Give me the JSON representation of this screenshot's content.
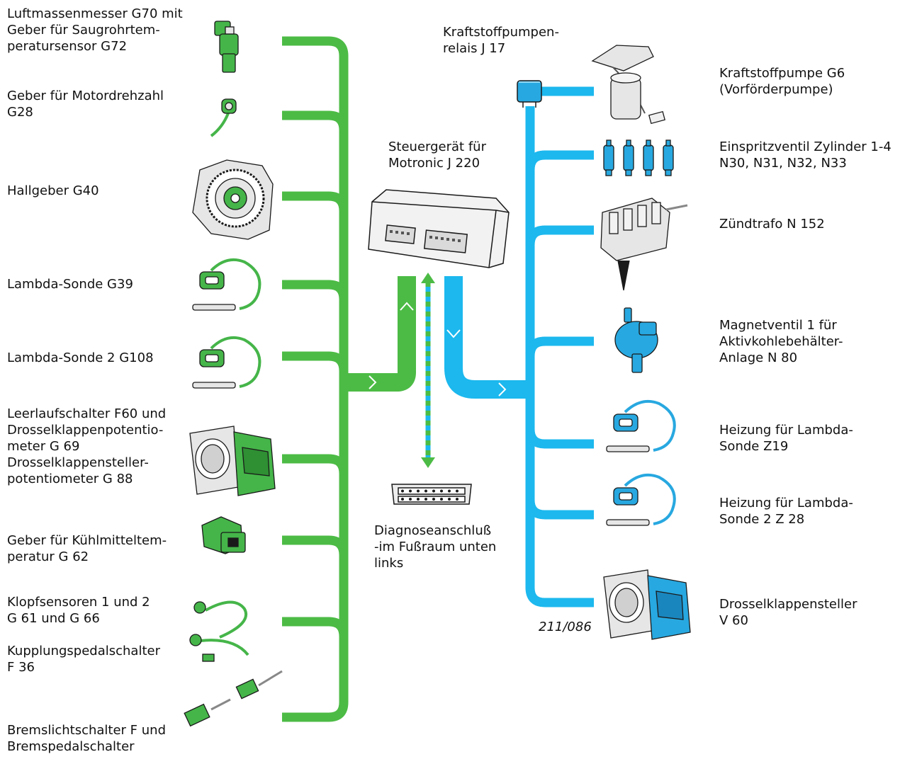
{
  "colors": {
    "sensor_bus": "#4CBB45",
    "actuator_bus": "#1CB8EE",
    "component_green": "#45B549",
    "component_blue": "#28A8E0",
    "component_gray": "#E6E6E6",
    "outline": "#1A1A1A"
  },
  "figure_ref": "211/086",
  "control_unit": {
    "label": "Steuergerät für\nMotronic J 220",
    "icon": "control-unit-icon"
  },
  "diagnostic": {
    "label": "Diagnoseanschluß\n-im Fußraum unten\nlinks",
    "icon": "obd-connector-icon"
  },
  "sensors": [
    {
      "label": "Luftmassenmesser G70 mit\nGeber für Saugrohrtem-\nperatursensor G72",
      "icon": "air-mass-meter-icon"
    },
    {
      "label": "Geber für Motordrehzahl\nG28",
      "icon": "speed-sensor-icon"
    },
    {
      "label": "Hallgeber G40",
      "icon": "hall-sender-icon"
    },
    {
      "label": "Lambda-Sonde G39",
      "icon": "lambda-probe-icon"
    },
    {
      "label": "Lambda-Sonde 2 G108",
      "icon": "lambda-probe-icon"
    },
    {
      "label": "Leerlaufschalter F60 und\nDrosselklappenpotentio-\nmeter G 69\nDrosselklappensteller-\npotentiometer G 88",
      "icon": "throttle-body-icon"
    },
    {
      "label": "Geber für Kühlmitteltem-\nperatur G 62",
      "icon": "coolant-sensor-icon"
    },
    {
      "label": "Klopfsensoren 1 und 2\nG 61 und G 66",
      "icon": "knock-sensor-icon"
    },
    {
      "label": "Kupplungspedalschalter\nF 36",
      "icon": ""
    },
    {
      "label": "Bremslichtschalter F und\nBremspedalschalter",
      "icon": "pedal-switch-icon"
    }
  ],
  "actuators": [
    {
      "label": "Kraftstoffpumpen-\nrelais J 17",
      "icon": "relay-icon"
    },
    {
      "label": "Kraftstoffpumpe G6\n(Vorförderpumpe)",
      "icon": "fuel-pump-icon"
    },
    {
      "label": "Einspritzventil Zylinder 1-4\nN30, N31, N32, N33",
      "icon": "injector-icon"
    },
    {
      "label": "Zündtrafo N 152",
      "icon": "ignition-coil-icon"
    },
    {
      "label": "Magnetventil 1 für\nAktivkohlebehälter-\nAnlage N 80",
      "icon": "solenoid-valve-icon"
    },
    {
      "label": "Heizung für Lambda-\nSonde Z19",
      "icon": "lambda-heater-icon"
    },
    {
      "label": "Heizung für Lambda-\nSonde 2 Z 28",
      "icon": "lambda-heater-icon"
    },
    {
      "label": "Drosselklappensteller\nV 60",
      "icon": "throttle-actuator-icon"
    }
  ]
}
